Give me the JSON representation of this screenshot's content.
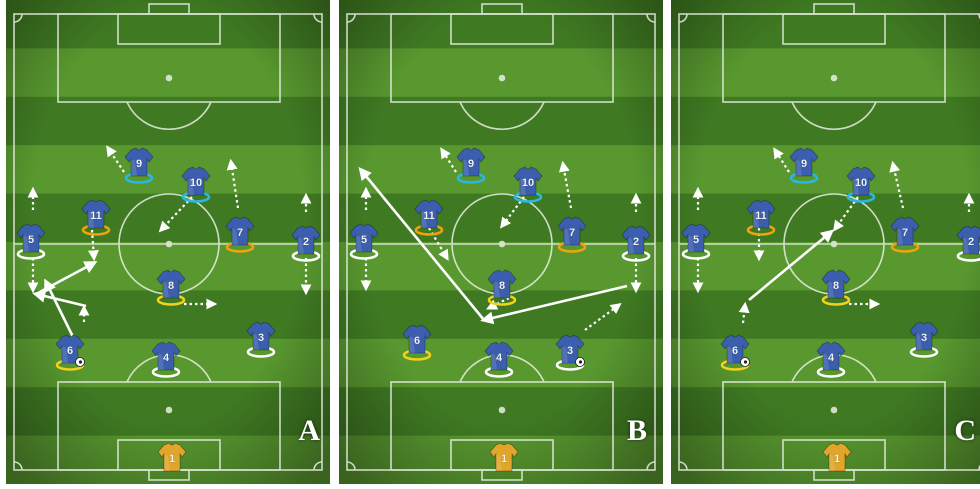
{
  "colors": {
    "grass_dark": "#3f7a22",
    "grass_light": "#58982f",
    "line": "#e8efe3",
    "shirt": "#3b5fae",
    "keeper": "#e0a52a",
    "ring_white": "#ffffff",
    "ring_yellow": "#f2d21b",
    "ring_orange": "#f0a30c",
    "ring_cyan": "#2ab7e6"
  },
  "panels": [
    {
      "id": "A",
      "label": "A",
      "ball_holder": "6",
      "players": [
        {
          "number": "1",
          "role": "keeper",
          "ring": "none"
        },
        {
          "number": "2",
          "role": "outfield",
          "ring": "white"
        },
        {
          "number": "3",
          "role": "outfield",
          "ring": "white"
        },
        {
          "number": "4",
          "role": "outfield",
          "ring": "white"
        },
        {
          "number": "5",
          "role": "outfield",
          "ring": "white"
        },
        {
          "number": "6",
          "role": "outfield",
          "ring": "yellow"
        },
        {
          "number": "7",
          "role": "outfield",
          "ring": "orange"
        },
        {
          "number": "8",
          "role": "outfield",
          "ring": "yellow"
        },
        {
          "number": "9",
          "role": "outfield",
          "ring": "cyan"
        },
        {
          "number": "10",
          "role": "outfield",
          "ring": "cyan"
        },
        {
          "number": "11",
          "role": "outfield",
          "ring": "orange"
        }
      ]
    },
    {
      "id": "B",
      "label": "B",
      "ball_holder": "3",
      "players": [
        {
          "number": "1",
          "role": "keeper",
          "ring": "none"
        },
        {
          "number": "2",
          "role": "outfield",
          "ring": "white"
        },
        {
          "number": "3",
          "role": "outfield",
          "ring": "white"
        },
        {
          "number": "4",
          "role": "outfield",
          "ring": "white"
        },
        {
          "number": "5",
          "role": "outfield",
          "ring": "white"
        },
        {
          "number": "6",
          "role": "outfield",
          "ring": "yellow"
        },
        {
          "number": "7",
          "role": "outfield",
          "ring": "orange"
        },
        {
          "number": "8",
          "role": "outfield",
          "ring": "yellow"
        },
        {
          "number": "9",
          "role": "outfield",
          "ring": "cyan"
        },
        {
          "number": "10",
          "role": "outfield",
          "ring": "cyan"
        },
        {
          "number": "11",
          "role": "outfield",
          "ring": "orange"
        }
      ]
    },
    {
      "id": "C",
      "label": "C",
      "ball_holder": "6",
      "players": [
        {
          "number": "1",
          "role": "keeper",
          "ring": "none"
        },
        {
          "number": "2",
          "role": "outfield",
          "ring": "white"
        },
        {
          "number": "3",
          "role": "outfield",
          "ring": "white"
        },
        {
          "number": "4",
          "role": "outfield",
          "ring": "white"
        },
        {
          "number": "5",
          "role": "outfield",
          "ring": "white"
        },
        {
          "number": "6",
          "role": "outfield",
          "ring": "yellow"
        },
        {
          "number": "7",
          "role": "outfield",
          "ring": "orange"
        },
        {
          "number": "8",
          "role": "outfield",
          "ring": "yellow"
        },
        {
          "number": "9",
          "role": "outfield",
          "ring": "cyan"
        },
        {
          "number": "10",
          "role": "outfield",
          "ring": "cyan"
        },
        {
          "number": "11",
          "role": "outfield",
          "ring": "orange"
        }
      ]
    }
  ]
}
